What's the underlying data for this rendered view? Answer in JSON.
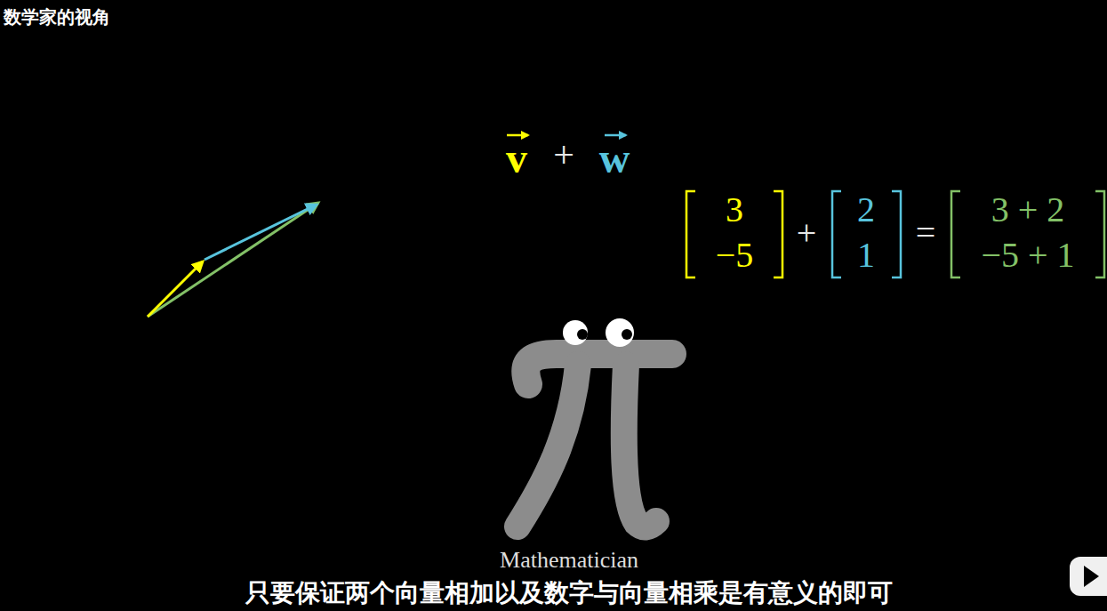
{
  "diagram": {
    "title": "数学家的视角",
    "caption": "只要保证两个向量相加以及数字与向量相乘是有意义的即可",
    "labels": [
      "v",
      "+",
      "w",
      "3",
      "−5",
      "+",
      "2",
      "1",
      "=",
      "3 + 2",
      "−5 + 1",
      "Mathematician"
    ]
  }
}
